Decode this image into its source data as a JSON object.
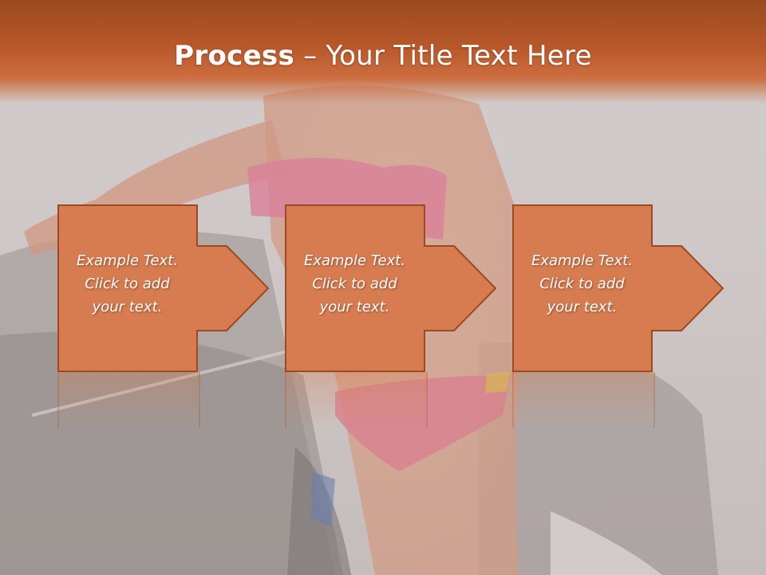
{
  "slide": {
    "title_strong": "Process",
    "title_rest": " – Your Title Text Here",
    "steps": [
      {
        "lines": [
          "Example Text.",
          "Click  to add",
          "your text."
        ]
      },
      {
        "lines": [
          "Example Text.",
          "Click  to add",
          "your text."
        ]
      },
      {
        "lines": [
          "Example Text.",
          "Click  to add",
          "your text."
        ]
      }
    ]
  },
  "colors": {
    "header_dark": "#9a4a1e",
    "header_light": "#cc6e3f",
    "box_fill": "#d67c50",
    "box_stroke": "#9c4a22",
    "text": "#ffffff"
  }
}
